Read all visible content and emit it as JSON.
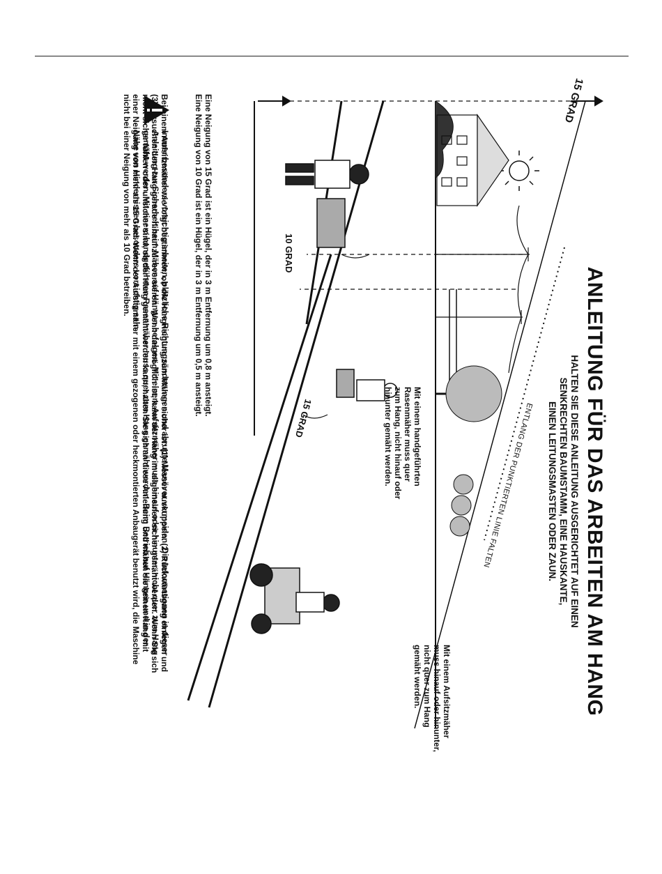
{
  "page": {
    "title": "ANLEITUNG FÜR DAS ARBEITEN AM HANG",
    "subtitle_lines": [
      "HALTEN SIE DIESE ANLEITUNG AUSGERICHTET AUF EINEN",
      "SENKRECHTEN BAUMSTAMM, EINE HAUSKANTE,",
      "EINEN LEITUNGSMASTEN ODER ZAUN."
    ],
    "fold_label": "ENTLANG DER PUNKTIERTEN LINIE FALTEN",
    "angle_labels": {
      "top": "15 GRAD",
      "middle": "15 GRAD",
      "bottom": "10 GRAD"
    },
    "hand_mower_note": [
      "Mit einem handgeführten",
      "Rasenmäher muss quer",
      "zum Hang, nicht hinauf oder",
      "hinunter gemäht werden."
    ],
    "riding_mower_note": [
      "Mit einem Aufsitzmäher",
      "muss hinauf oder hinunter,",
      "nicht quer zum Hang",
      "gemäht werden."
    ],
    "paragraph_lines": [
      "Bei einem Aufsitzmäher wie folgt bestimmen, ob die Hangneigung zum Mähen sicher ist: (1) Messer auskuppeln. (2) Rückwärtsgang einlegen und",
      "(3) versuchen den Hang gerade hinauf zu reversieren. Wenn das möglich ist, kann der Hang im allgemeinen sicher gemäht werden. Wenn Sie sich",
      "nicht sicher fühlen oder unsicher sind, ob der Hang gemäht werden kann, halten Sie sich an diese Anleitung und mähen sie keinen Hang mit",
      "einer Neigung von mehr als 15 Grad. Wenn der Aufsitzmäher mit einem gezogenen oder heckmontierten Anbaugerät benutzt wird, die Maschine",
      "nicht bei einer Neigung von mehr als 10 Grad betreiben."
    ],
    "definition_lines": [
      "Eine Neigung von 15 Grad ist ein Hügel, der in 3 m Entfernung um 0,8 m ansteigt.",
      "Eine Neigung von 10 Grad ist ein Hügel, der in 3 m Entfernung um 0,5 m ansteigt."
    ],
    "warning_lines": [
      "Immer besonders vorsichtig arbeiten, plötzliche Richtungsänderungen und abrupte Manöver vermeiden. Die Informationen in dieser",
      "Anleitung zur Sicherheit beim Mähen auf Hängen befolgen. Mit einem Aufsitzmäher muss hinauf oder hinunter, nicht quer zum Hang",
      "gemäht werden. Mit einem handgeführten Rasenmäher muss quer zum Hang gemäht werden. Beim Betrieb auf Hängen und in der",
      "Nähe von Hindernissen besonders vorsichtig sein."
    ],
    "icons": {
      "warning": "warning-triangle-icon"
    }
  }
}
